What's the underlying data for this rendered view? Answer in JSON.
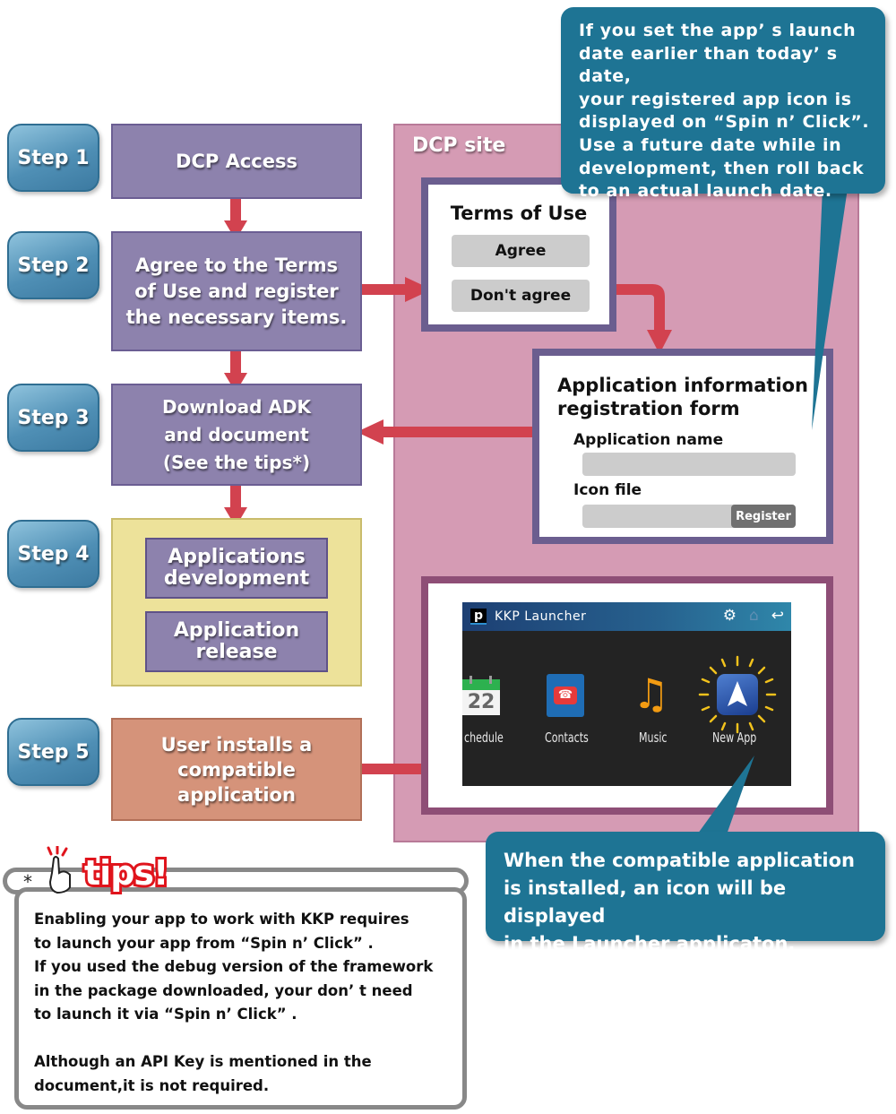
{
  "steps": [
    {
      "badge": "Step 1",
      "text": "DCP Access"
    },
    {
      "badge": "Step 2",
      "text": "Agree to the Terms\nof Use and register\nthe necessary items."
    },
    {
      "badge": "Step 3",
      "text": "Download ADK\nand document\n(See the tips*)"
    },
    {
      "badge": "Step 4",
      "items": [
        "Applications\ndevelopment",
        "Application\nrelease"
      ]
    },
    {
      "badge": "Step 5",
      "text": "User installs a\ncompatible\napplication"
    }
  ],
  "dcp_site": {
    "title": "DCP site",
    "terms": {
      "title": "Terms of Use",
      "agree": "Agree",
      "dont_agree": "Don't agree"
    },
    "form": {
      "title": "Application information\nregistration form",
      "app_name_label": "Application name",
      "app_name_value": "",
      "icon_file_label": "Icon file",
      "icon_file_value": "",
      "register_button": "Register"
    },
    "launcher": {
      "title": "KKP Launcher",
      "toolbar_icons": [
        "gear-icon",
        "home-icon",
        "back-icon"
      ],
      "apps": [
        {
          "label": "chedule",
          "icon": "calendar-icon",
          "calendar_day": "22"
        },
        {
          "label": "Contacts",
          "icon": "contacts-book-icon"
        },
        {
          "label": "Music",
          "icon": "music-note-icon"
        },
        {
          "label": "New App",
          "icon": "navigation-arrow-icon"
        }
      ]
    }
  },
  "callouts": {
    "top": "If you set the app’ s launch\ndate earlier than today’ s date,\nyour registered app icon is\ndisplayed on “Spin n’ Click”.\nUse a future date while in\ndevelopment, then roll back\nto an actual launch date.",
    "bottom": "When the compatible application\nis installed, an icon will be displayed\nin the Launcher applicaton."
  },
  "tips": {
    "asterisk": "*",
    "label": "tips!",
    "text": "Enabling your app to work with KKP requires\nto launch your app from “Spin n’ Click” .\nIf you used the debug version of the framework\nin the package downloaded, your don’ t need\nto launch it via “Spin n’ Click” .\n\nAlthough an API Key is mentioned in the\ndocument,it is not required."
  },
  "colors": {
    "arrow": "#d2424f",
    "step_badge": "#4f8fb5",
    "flow_box": "#8d82ad",
    "dcp_site": "#d59bb4",
    "callout": "#1e7494",
    "tips_red": "#e0141c"
  }
}
